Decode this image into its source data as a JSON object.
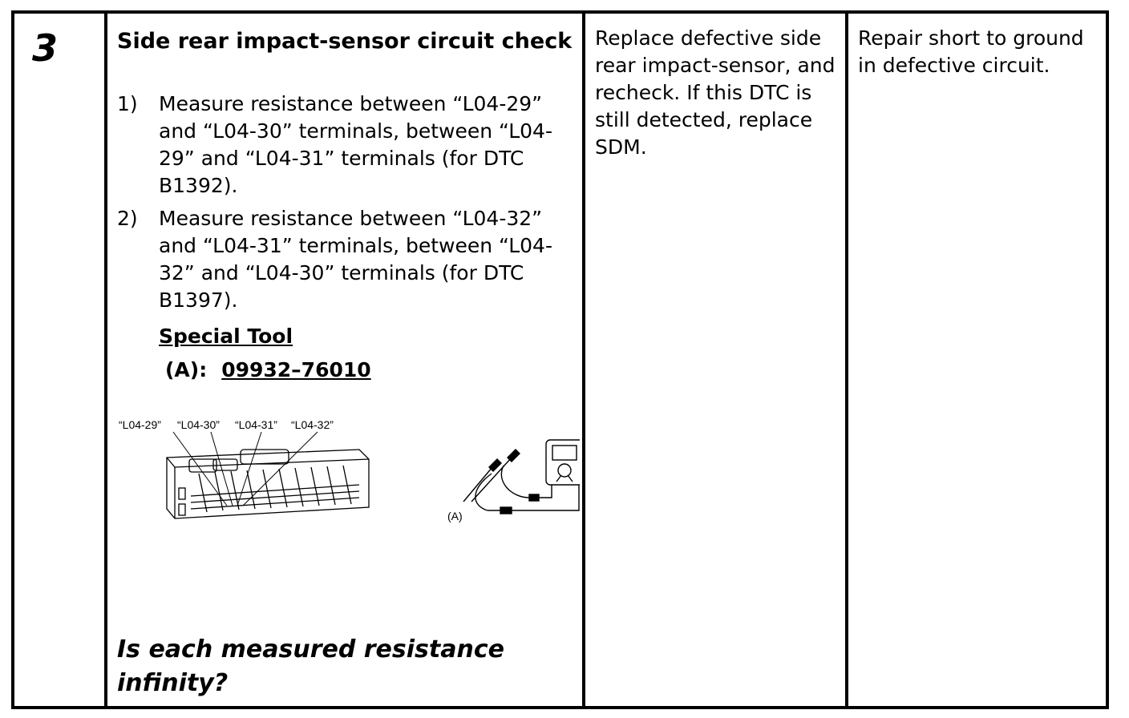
{
  "step_number": "3",
  "procedure": {
    "title": "Side rear impact-sensor circuit check",
    "items": [
      {
        "num": "1)",
        "text": "Measure resistance between “L04-29” and “L04-30” terminals, between “L04-29” and “L04-31” terminals (for DTC B1392)."
      },
      {
        "num": "2)",
        "text": "Measure resistance between “L04-32” and “L04-31” terminals, between “L04-32” and “L04-30” terminals (for DTC B1397)."
      }
    ],
    "special_tool_heading": "Special Tool",
    "tool_label": "(A):",
    "tool_part_number": "09932–76010",
    "figure": {
      "terminal_labels": [
        "“L04-29”",
        "“L04-30”",
        "“L04-31”",
        "“L04-32”"
      ],
      "tool_callout": "(A)"
    },
    "question": "Is each measured resistance infinity?"
  },
  "yes_action": "Replace defective side rear impact-sensor, and recheck. If this DTC is still detected, replace SDM.",
  "no_action": "Repair short to ground in defective circuit."
}
